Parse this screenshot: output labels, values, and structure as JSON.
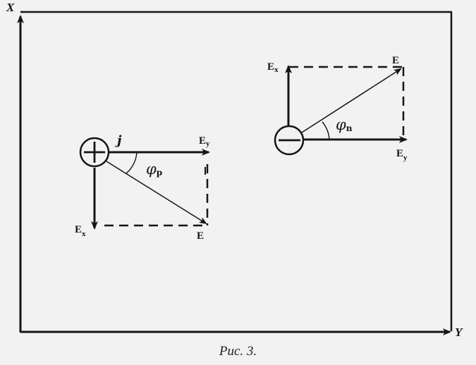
{
  "axes": {
    "x_label": "X",
    "y_label": "Y"
  },
  "positive_charge": {
    "current_label": "j",
    "ey_label": "E",
    "ey_sub": "y",
    "ex_label": "E",
    "ex_sub": "x",
    "e_label": "E",
    "angle_label": "φ",
    "angle_sub": "p"
  },
  "negative_charge": {
    "ex_label": "E",
    "ex_sub": "x",
    "e_label": "E",
    "ey_label": "E",
    "ey_sub": "y",
    "angle_label": "φ",
    "angle_sub": "n"
  },
  "caption": "Рис. 3.",
  "colors": {
    "ink": "#151515",
    "background": "#f2f2f2"
  }
}
